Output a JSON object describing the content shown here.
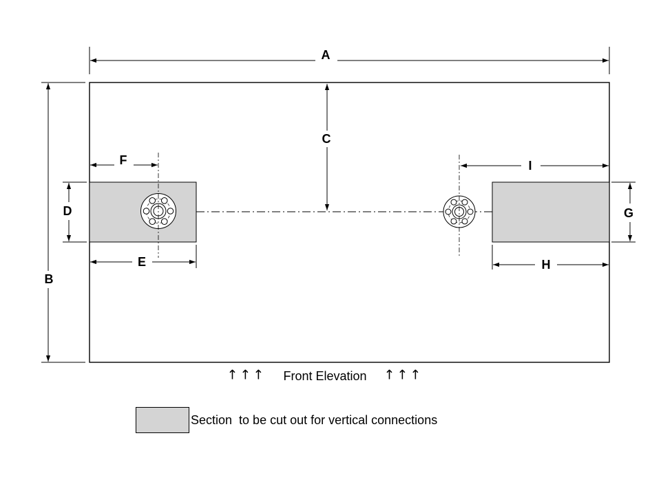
{
  "diagram": {
    "title": "Front Elevation",
    "dimension_labels": {
      "a": "A",
      "b": "B",
      "c": "C",
      "d": "D",
      "e": "E",
      "f": "F",
      "g": "G",
      "h": "H",
      "i": "I"
    },
    "legend": {
      "text": "Section  to be cut out for vertical connections"
    },
    "icons": {
      "up_arrows": "↑↑↑"
    },
    "colors": {
      "line": "#000000",
      "cutout_fill": "#d4d4d4",
      "background": "#ffffff"
    }
  }
}
